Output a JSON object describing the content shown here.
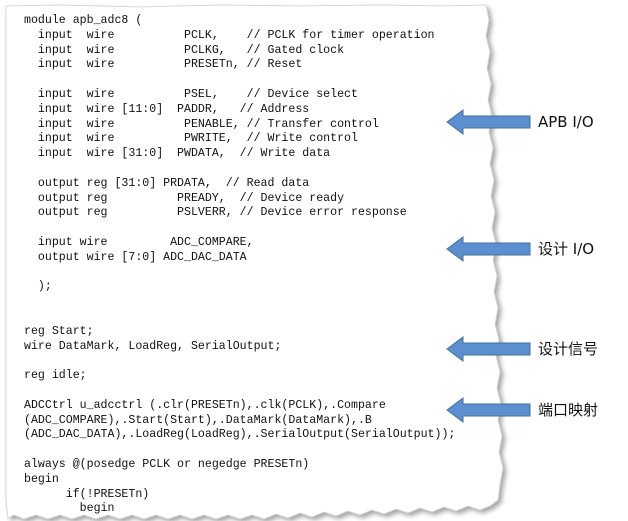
{
  "code_lines": [
    "module apb_adc8 (",
    "  input  wire          PCLK,    // PCLK for timer operation",
    "  input  wire          PCLKG,   // Gated clock",
    "  input  wire          PRESETn, // Reset",
    "",
    "  input  wire          PSEL,    // Device select",
    "  input  wire [11:0]  PADDR,   // Address",
    "  input  wire          PENABLE, // Transfer control",
    "  input  wire          PWRITE,  // Write control",
    "  input  wire [31:0]  PWDATA,  // Write data",
    "",
    "  output reg [31:0] PRDATA,  // Read data",
    "  output reg          PREADY,  // Device ready",
    "  output reg          PSLVERR, // Device error response",
    "",
    "  input wire         ADC_COMPARE,",
    "  output wire [7:0] ADC_DAC_DATA",
    "",
    "  );",
    "",
    "",
    "reg Start;",
    "wire DataMark, LoadReg, SerialOutput;",
    "",
    "reg idle;",
    "",
    "ADCCtrl u_adcctrl (.clr(PRESETn),.clk(PCLK),.Compare",
    "(ADC_COMPARE),.Start(Start),.DataMark(DataMark),.B",
    "(ADC_DAC_DATA),.LoadReg(LoadReg),.SerialOutput(SerialOutput));",
    "",
    "always @(posedge PCLK or negedge PRESETn)",
    "begin",
    "      if(!PRESETn)",
    "        begin"
  ],
  "callouts": {
    "apb_io": {
      "label": "APB I/O",
      "color": "#5b8fd0",
      "icon": "left-arrow-icon"
    },
    "design_io": {
      "label": "设计 I/O",
      "color": "#5b8fd0",
      "icon": "left-arrow-icon"
    },
    "design_signals": {
      "label": "设计信号",
      "color": "#5b8fd0",
      "icon": "left-arrow-icon"
    },
    "port_mapping": {
      "label": "端口映射",
      "color": "#5b8fd0",
      "icon": "left-arrow-icon"
    }
  }
}
